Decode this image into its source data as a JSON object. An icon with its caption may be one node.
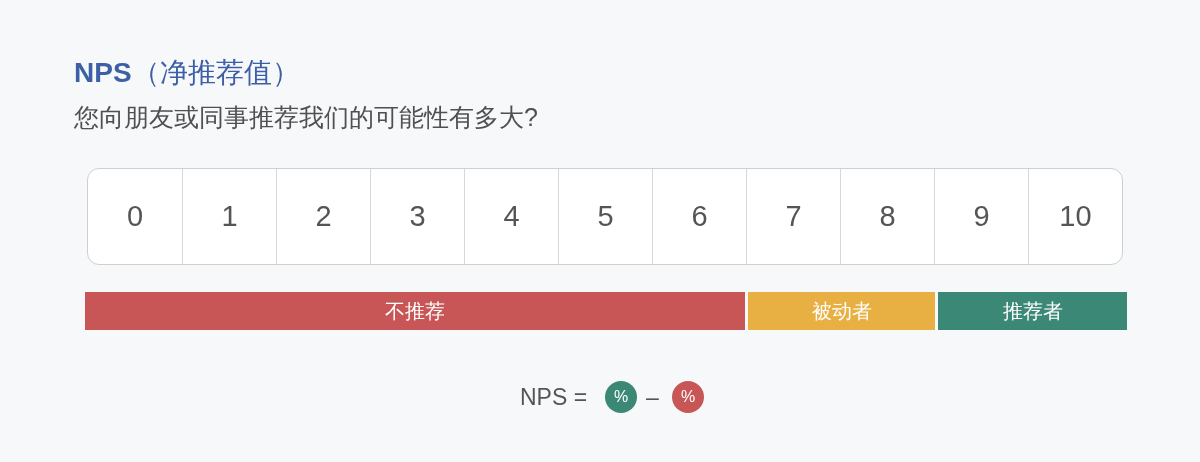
{
  "diagram": {
    "title": "**NPS**（净推荐值）",
    "nodes": [
      {
        "text": [],
        "shape": "box"
      },
      {
        "text": [
          "0"
        ],
        "in": 0
      },
      {
        "text": [
          "1"
        ],
        "in": 0
      },
      {
        "text": [
          "2"
        ],
        "in": 0
      },
      {
        "text": [
          "3"
        ],
        "in": 0
      },
      {
        "text": [
          "4"
        ],
        "in": 0
      },
      {
        "text": [
          "5"
        ],
        "in": 0
      },
      {
        "text": [
          "6"
        ],
        "in": 0
      },
      {
        "text": [
          "7"
        ],
        "in": 0
      },
      {
        "text": [
          "8"
        ],
        "in": 0
      },
      {
        "text": [
          "9"
        ],
        "in": 0
      },
      {
        "text": [
          "10"
        ],
        "in": 0
      },
      {
        "text": [
          "不推荐"
        ]
      },
      {
        "text": [
          "被动者"
        ]
      },
      {
        "text": [
          "推荐者"
        ]
      },
      {
        "text": [
          "%"
        ]
      },
      {
        "text": [
          "%"
        ]
      }
    ],
    "edges": [],
    "labels": [
      "您向朋友或同事推荐我们的可能性有多大?",
      "NPS =",
      "–"
    ]
  }
}
